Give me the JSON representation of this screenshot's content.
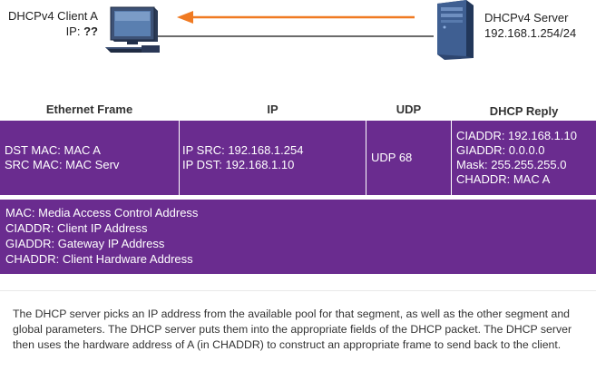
{
  "client": {
    "name": "DHCPv4 Client A",
    "ip_label": "IP:",
    "ip_value": "??"
  },
  "server": {
    "name": "DHCPv4 Server",
    "ip": "192.168.1.254/24"
  },
  "colors": {
    "accent": "#6a2c8f",
    "arrow": "#f07a22",
    "cable": "#3a3a3a"
  },
  "icons": {
    "client": "desktop-computer-icon",
    "server": "server-tower-icon",
    "arrow": "left-arrow-icon"
  },
  "headers": {
    "ethernet": "Ethernet Frame",
    "ip": "IP",
    "udp": "UDP",
    "dhcp": "DHCP Reply"
  },
  "frame": {
    "ethernet": [
      "DST MAC: MAC A",
      "SRC MAC: MAC Serv"
    ],
    "ip": [
      "IP SRC: 192.168.1.254",
      "IP DST: 192.168.1.10"
    ],
    "udp": [
      "UDP 68"
    ],
    "dhcp": [
      "CIADDR: 192.168.1.10",
      "GIADDR: 0.0.0.0",
      "Mask: 255.255.255.0",
      "CHADDR: MAC A"
    ]
  },
  "legend": [
    "MAC: Media Access Control Address",
    "CIADDR: Client IP Address",
    "GIADDR: Gateway IP Address",
    "CHADDR: Client Hardware Address"
  ],
  "description": "The DHCP server picks an IP address from the available pool for that segment, as well as the other segment and global parameters. The DHCP server puts them into the appropriate fields of the DHCP packet. The DHCP server then uses the hardware address of A (in CHADDR) to construct an appropriate frame to send back to the client."
}
